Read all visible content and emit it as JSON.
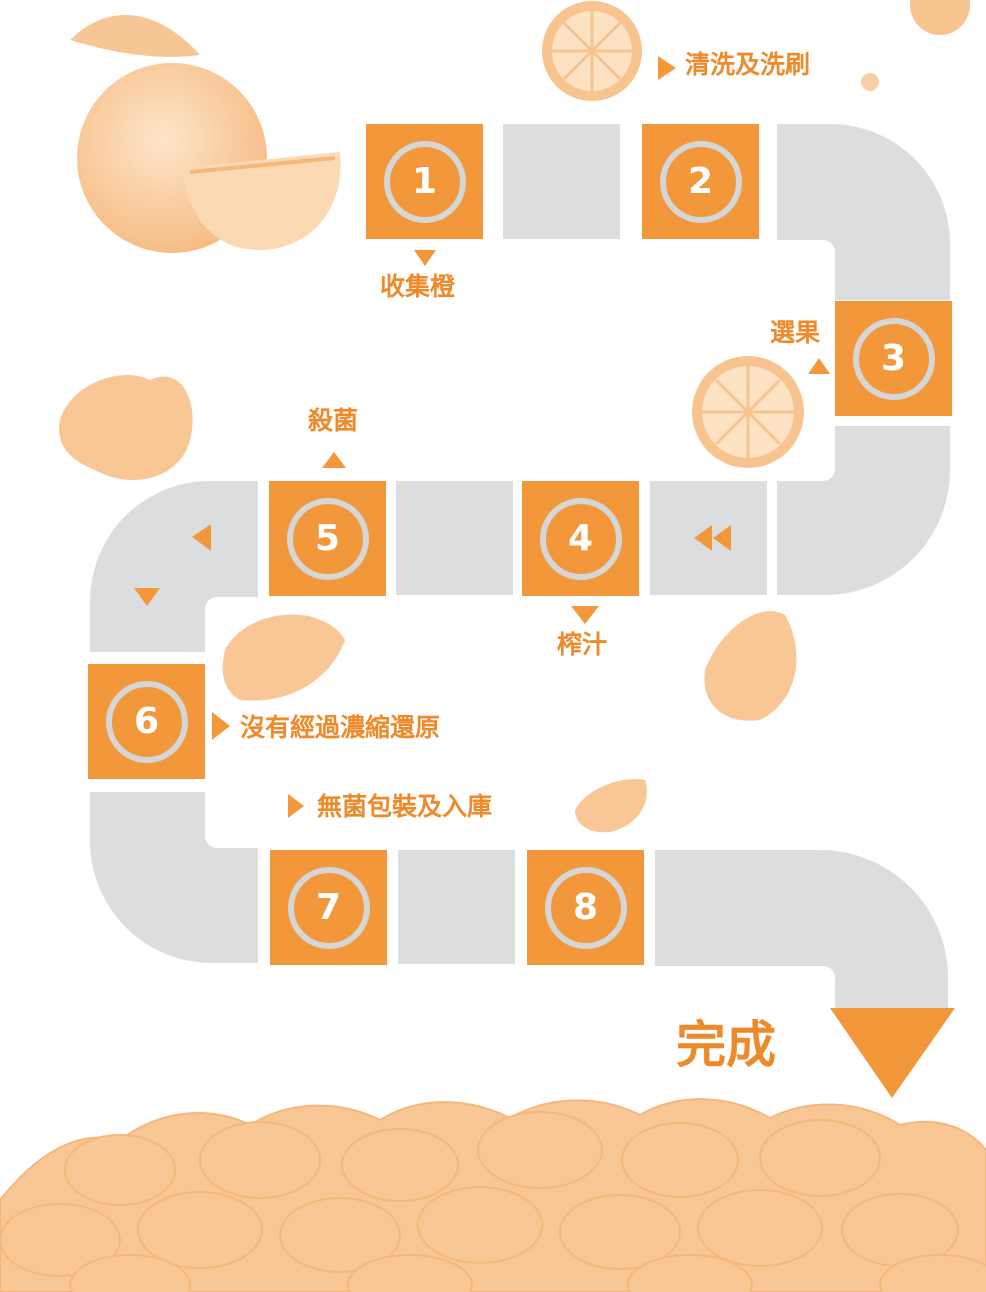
{
  "title": "",
  "colors": {
    "accent": "#f3983a",
    "track": "#dcdddf",
    "ring": "#d4d6d8",
    "text": "#ee8a2a",
    "fruit": "#f9c795"
  },
  "steps": [
    {
      "number": "1",
      "label": "收集橙"
    },
    {
      "number": "2",
      "label": "清洗及洗刷"
    },
    {
      "number": "3",
      "label": "選果"
    },
    {
      "number": "4",
      "label": "榨汁"
    },
    {
      "number": "5",
      "label": "殺菌"
    },
    {
      "number": "6",
      "label": "沒有經過濃縮還原"
    },
    {
      "number": "7",
      "label": "無菌包裝及入庫"
    },
    {
      "number": "8",
      "label": ""
    }
  ],
  "finish_label": "完成",
  "icons": [
    "orange-fruit-icon",
    "orange-slice-icon",
    "tangerine-segment-icon",
    "arrow-triangle-icon",
    "rewind-icon"
  ]
}
